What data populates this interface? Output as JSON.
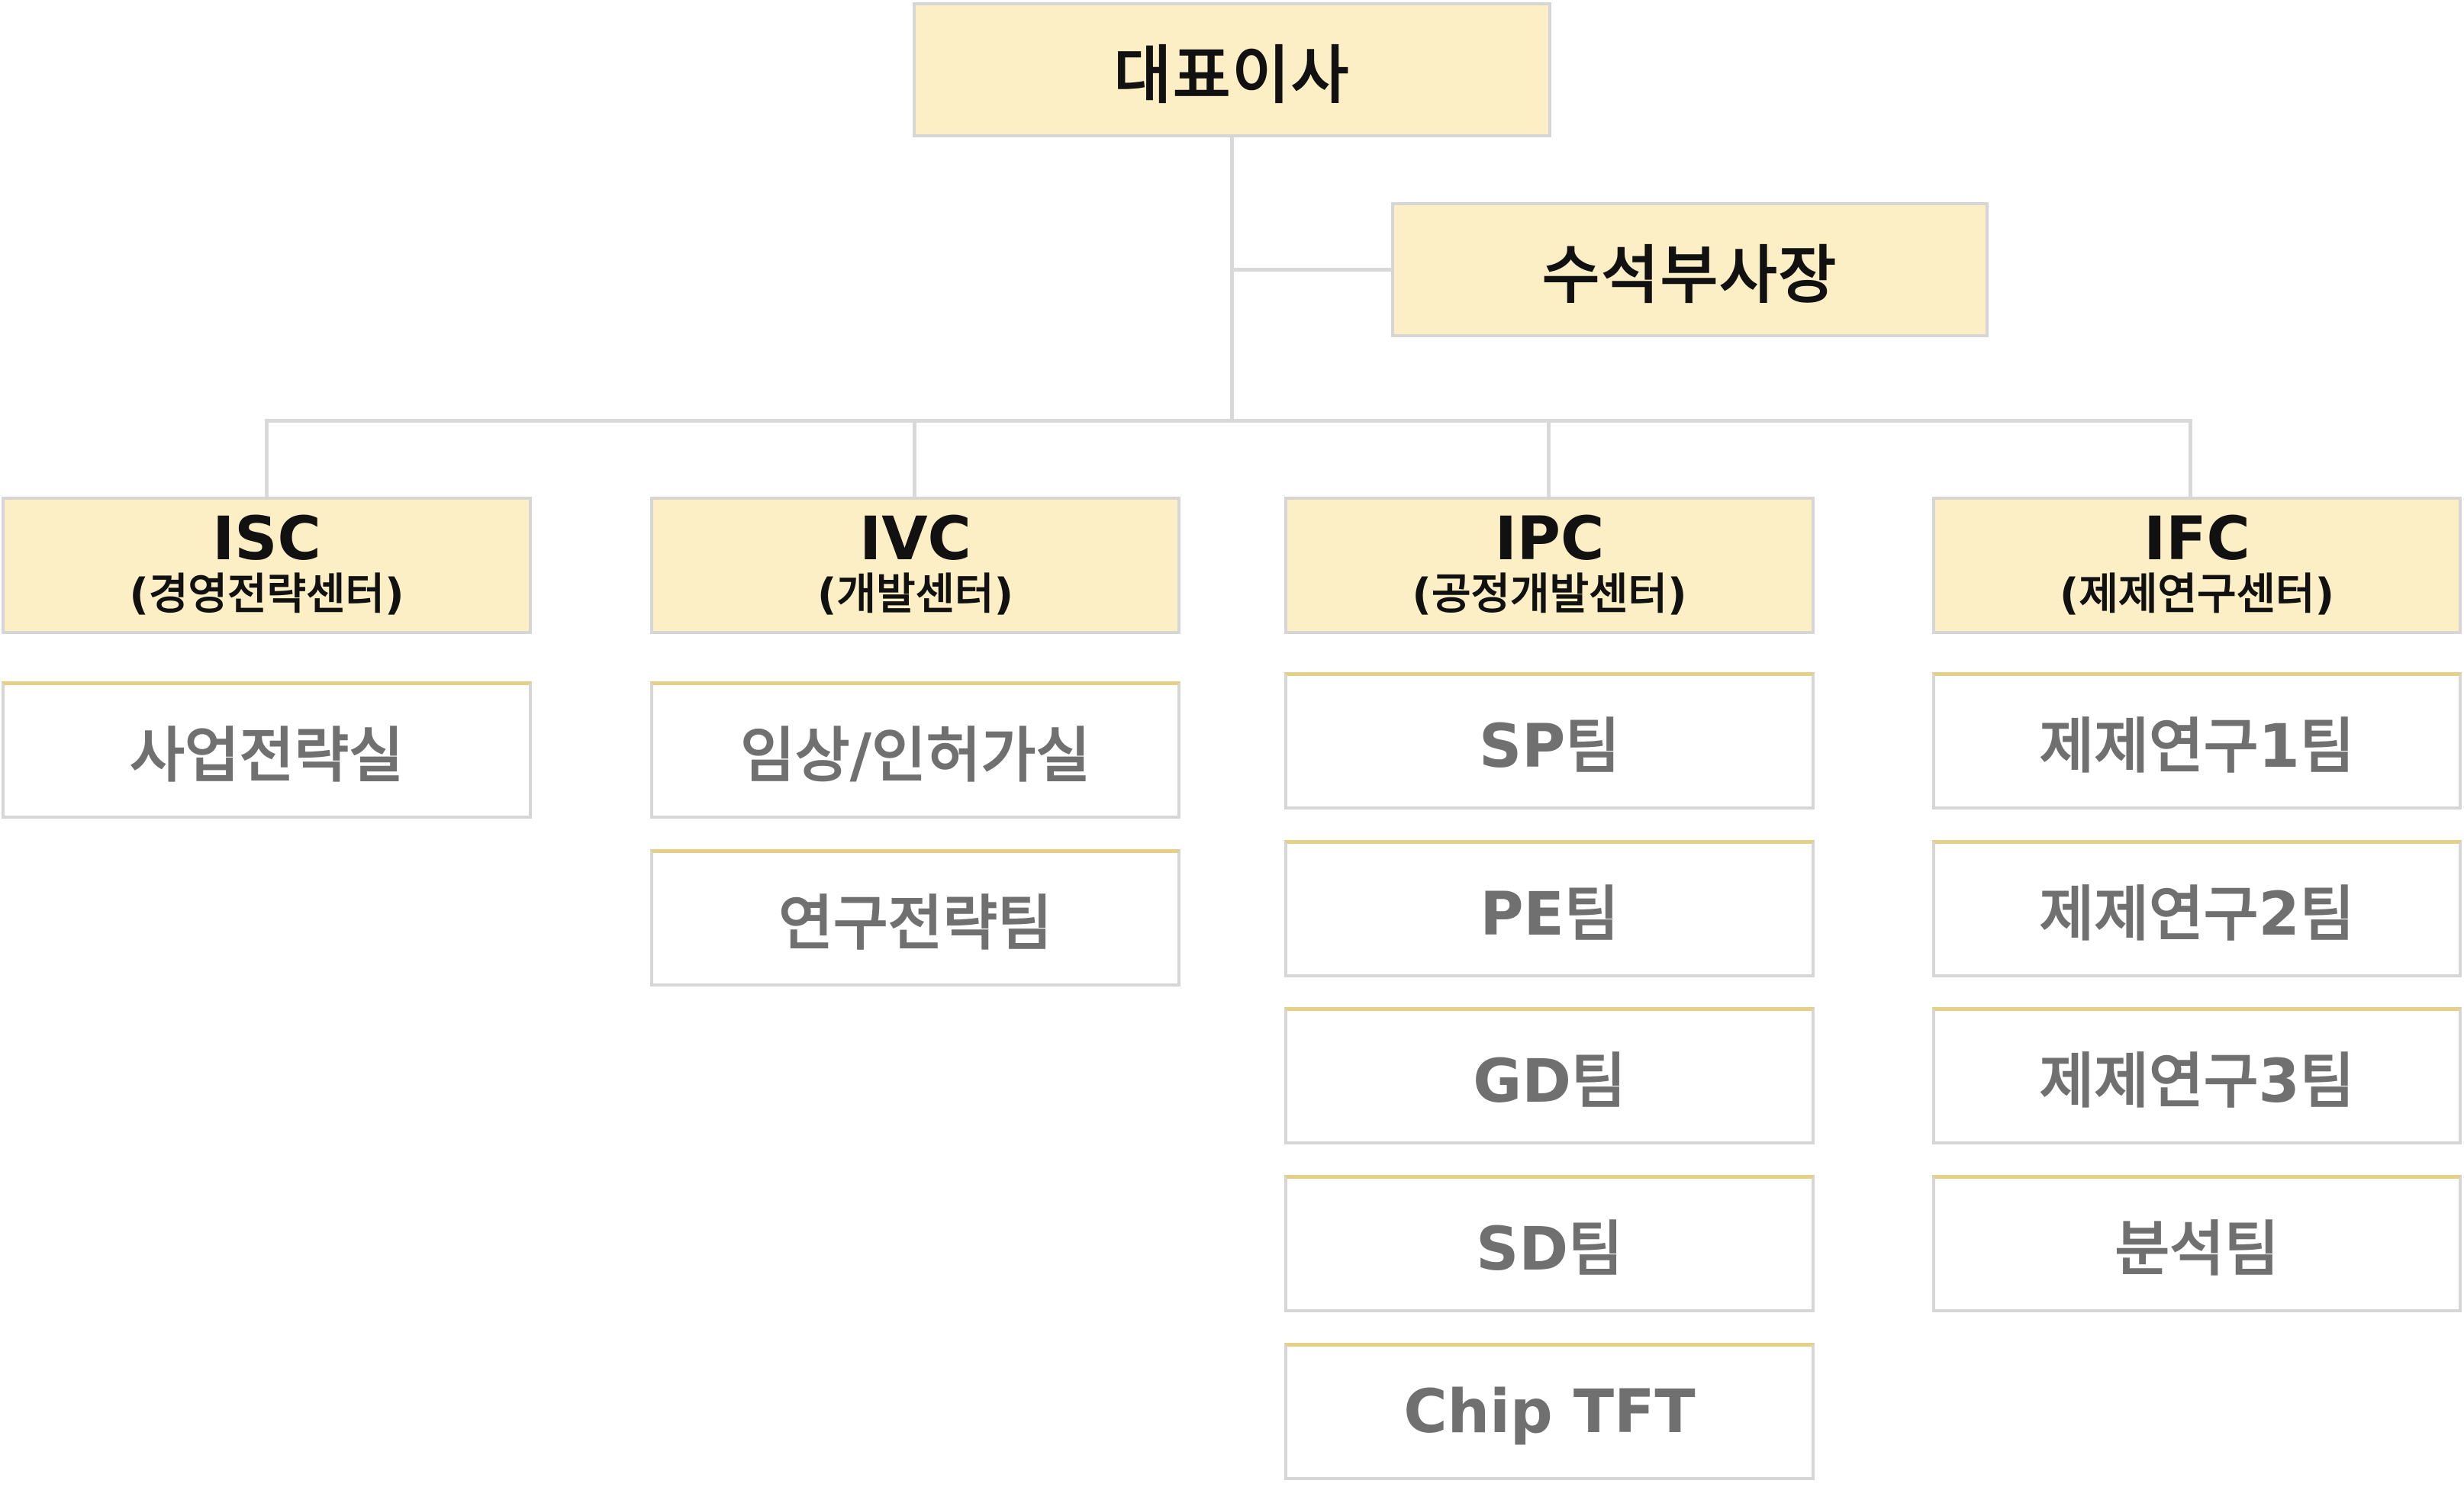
{
  "ceo": {
    "label": "대표이사"
  },
  "evp": {
    "label": "수석부사장"
  },
  "centers": [
    {
      "abbr": "ISC",
      "full": "(경영전략센터)",
      "teams": [
        "사업전략실"
      ]
    },
    {
      "abbr": "IVC",
      "full": "(개발센터)",
      "teams": [
        "임상/인허가실",
        "연구전략팀"
      ]
    },
    {
      "abbr": "IPC",
      "full": "(공정개발센터)",
      "teams": [
        "SP팀",
        "PE팀",
        "GD팀",
        "SD팀",
        "Chip TFT"
      ]
    },
    {
      "abbr": "IFC",
      "full": "(제제연구센터)",
      "teams": [
        "제제연구1팀",
        "제제연구2팀",
        "제제연구3팀",
        "분석팀"
      ]
    }
  ],
  "colors": {
    "header_fill": "#fcefc6",
    "border": "#d6d6d6",
    "team_top_border": "#e6cf86",
    "connector": "#d9d9d9",
    "header_text": "#111111",
    "team_text": "#707070"
  }
}
